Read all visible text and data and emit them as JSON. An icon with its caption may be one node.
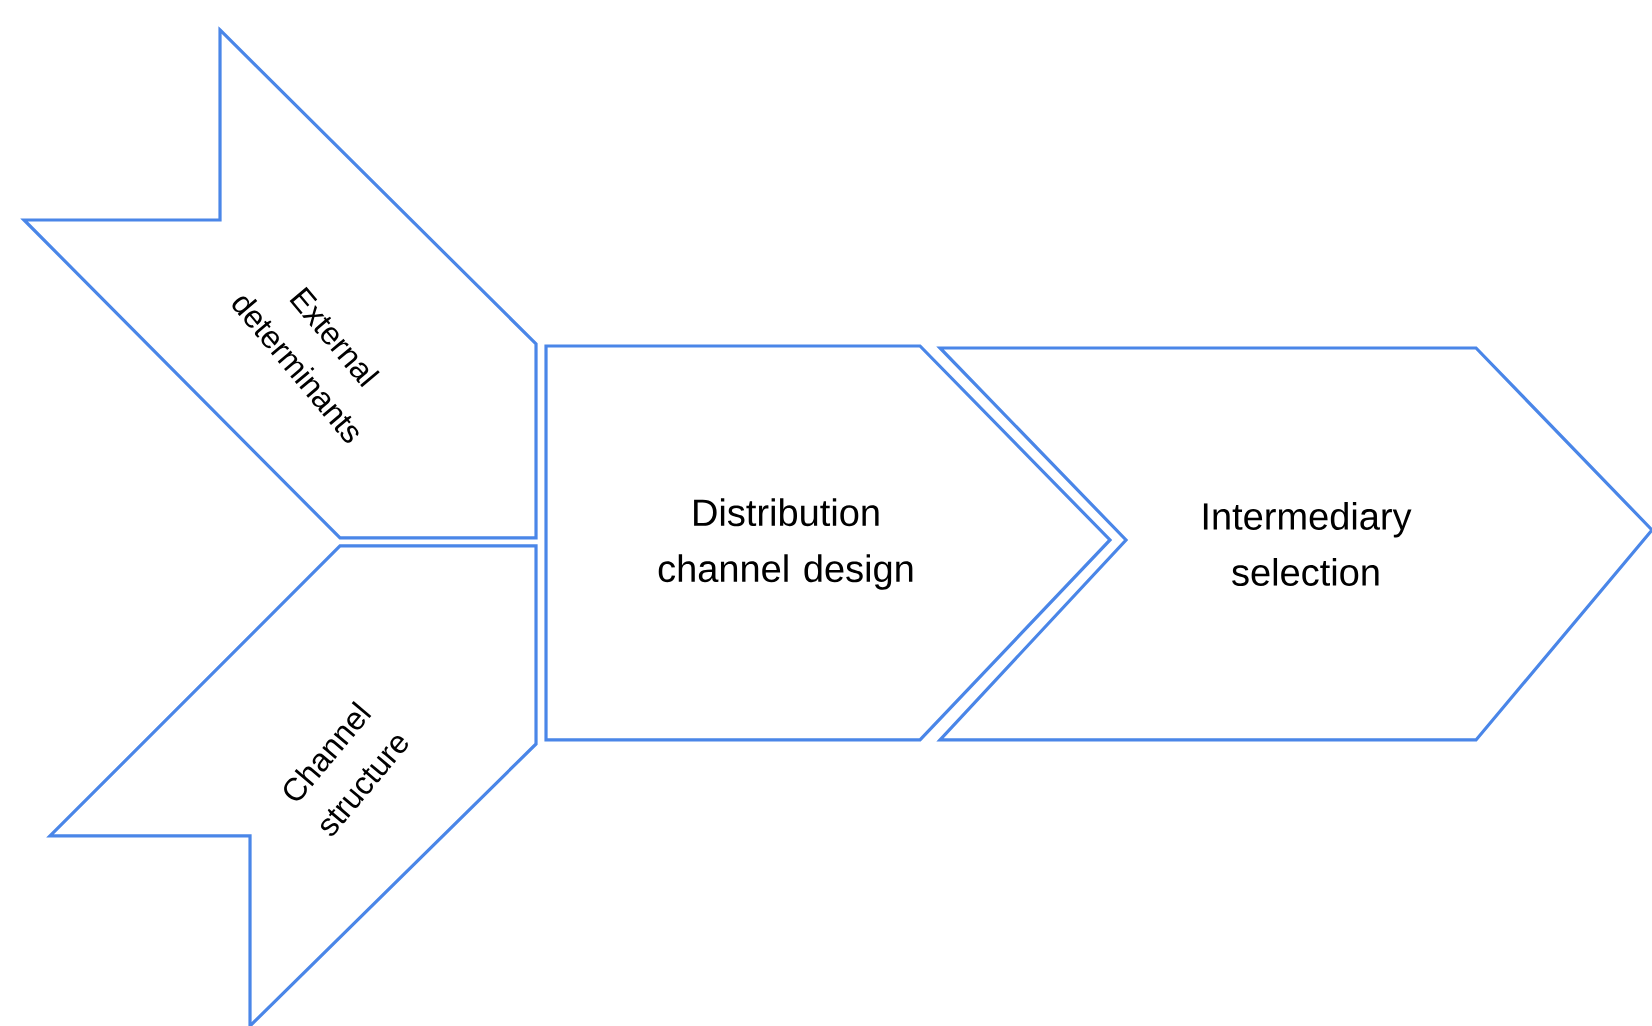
{
  "diagram": {
    "nodes": [
      {
        "text": [
          "External determinants"
        ]
      },
      {
        "text": [
          "Channel structure"
        ]
      },
      {
        "text": [
          "Distribution channel design"
        ]
      },
      {
        "text": [
          "Intermediary selection"
        ]
      }
    ]
  }
}
